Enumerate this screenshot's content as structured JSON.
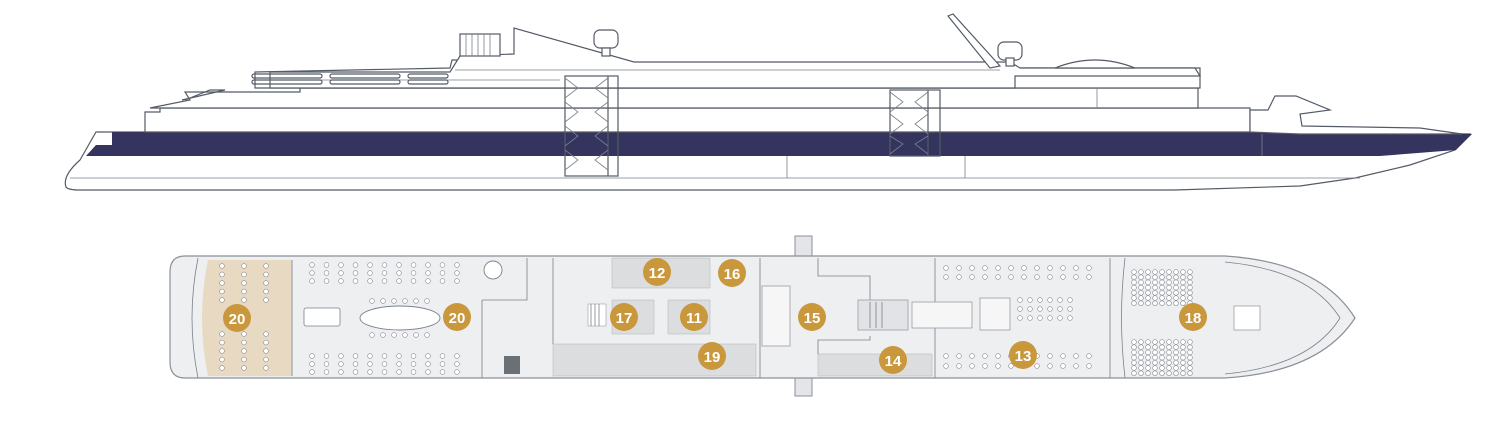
{
  "colors": {
    "hull_stripe": "#34345e",
    "badge": "#c9973c",
    "room_fill": "#dcdddf",
    "deck_fill": "#eeeff1",
    "stern_sand": "#e8d9c3",
    "line": "#555b66"
  },
  "badges": [
    {
      "id": "12",
      "label": "12"
    },
    {
      "id": "16",
      "label": "16"
    },
    {
      "id": "17",
      "label": "17"
    },
    {
      "id": "11",
      "label": "11"
    },
    {
      "id": "15",
      "label": "15"
    },
    {
      "id": "19",
      "label": "19"
    },
    {
      "id": "14",
      "label": "14"
    },
    {
      "id": "13",
      "label": "13"
    },
    {
      "id": "18",
      "label": "18"
    },
    {
      "id": "20a",
      "label": "20"
    },
    {
      "id": "20b",
      "label": "20"
    }
  ]
}
